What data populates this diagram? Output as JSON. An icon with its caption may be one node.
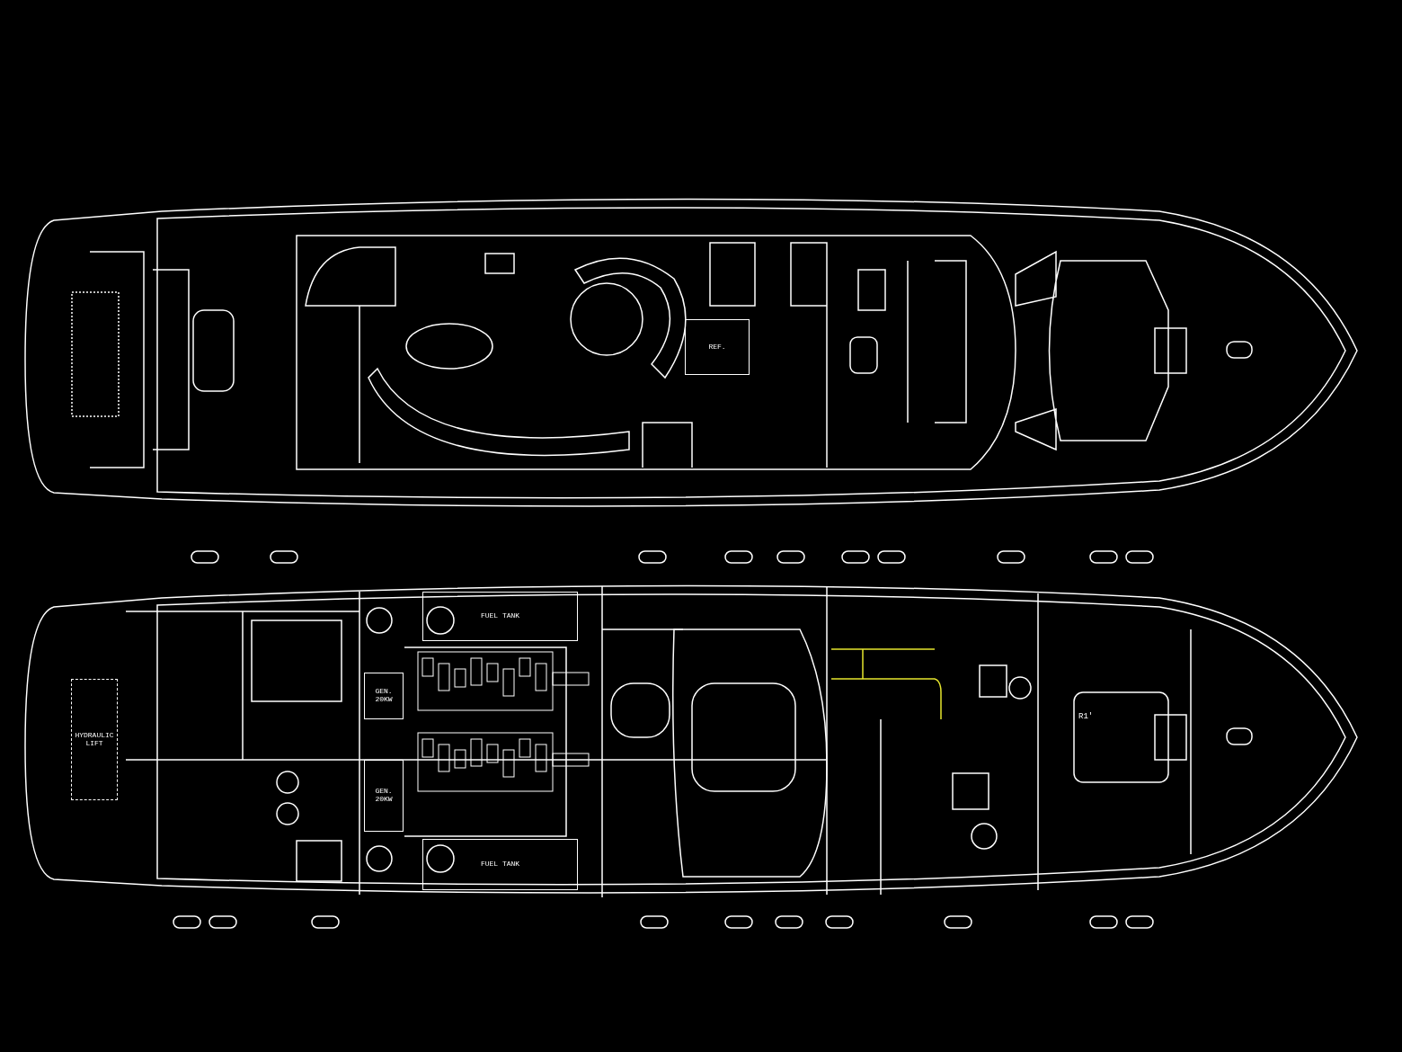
{
  "diagram": {
    "nodes": [
      {
        "text": [
          "REF."
        ]
      },
      {
        "text": [
          "FUEL TANK"
        ]
      },
      {
        "text": [
          "HYDRAULIC LIFT"
        ]
      },
      {
        "text": [
          "GEN. 20KW"
        ]
      },
      {
        "text": [
          "GEN. 20KW"
        ]
      },
      {
        "text": [
          "FUEL TANK"
        ]
      }
    ],
    "edges": [],
    "labels": [
      "R1'"
    ]
  }
}
